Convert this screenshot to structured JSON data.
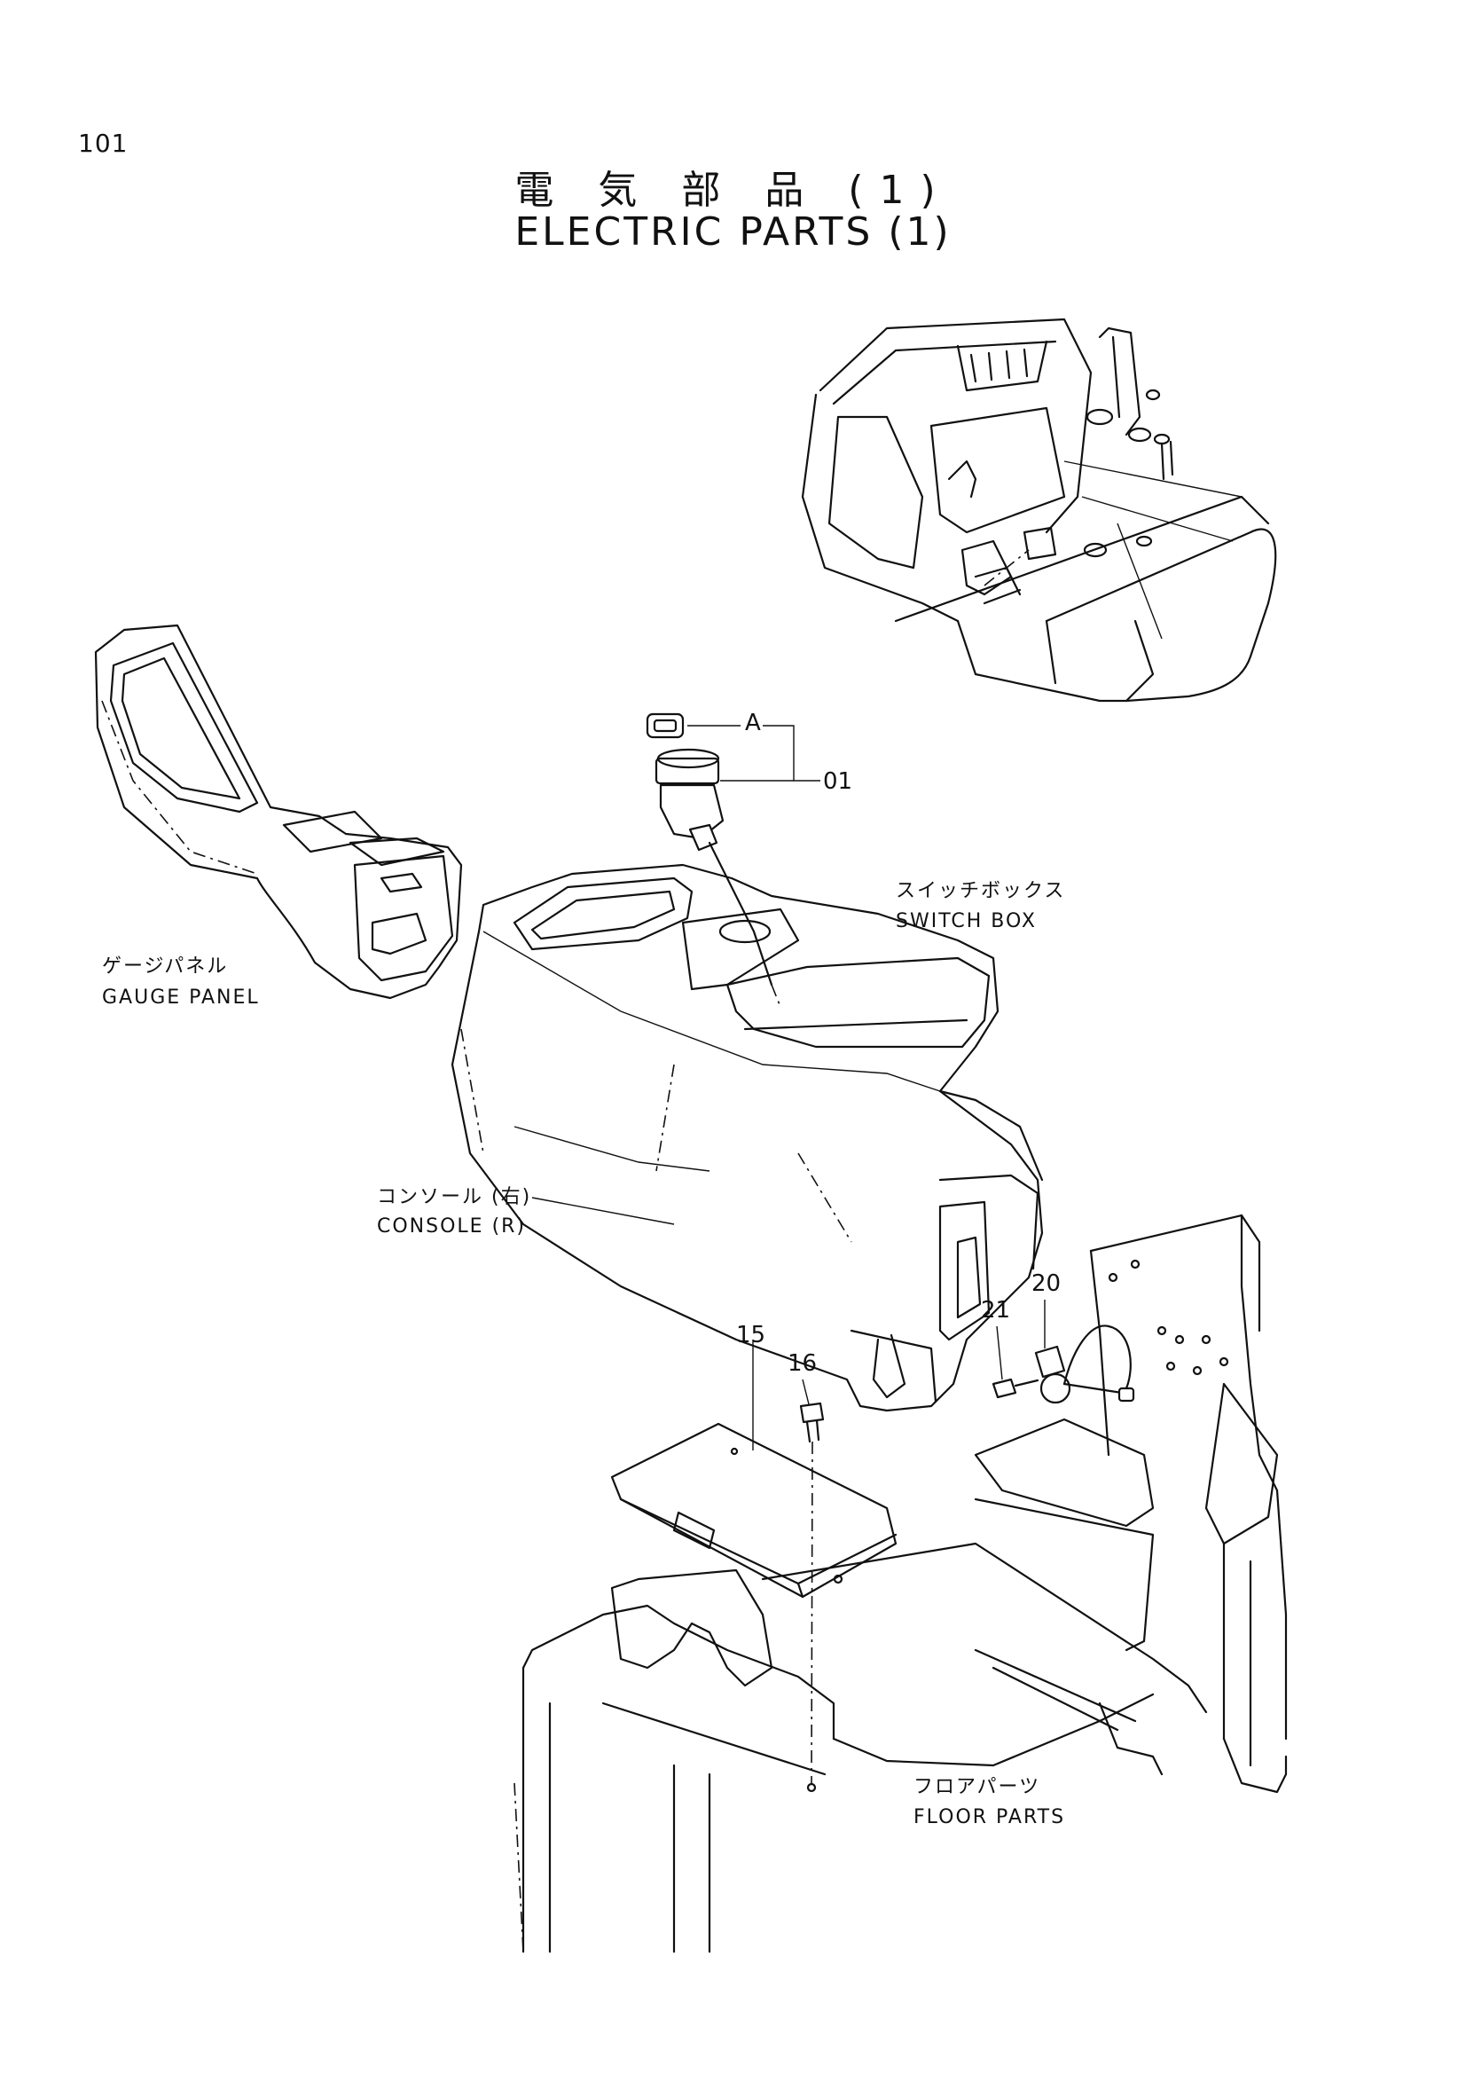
{
  "page": {
    "number": "101",
    "title_jp": "電 気 部 品 (1)",
    "title_en": "ELECTRIC PARTS (1)"
  },
  "labels": {
    "switch_box_jp": "スイッチボックス",
    "switch_box_en": "SWITCH BOX",
    "gauge_panel_jp": "ゲージパネル",
    "gauge_panel_en": "GAUGE PANEL",
    "console_jp": "コンソール (右)",
    "console_en": "CONSOLE (R)",
    "floor_jp": "フロアパーツ",
    "floor_en": "FLOOR PARTS"
  },
  "callouts": {
    "a": "A",
    "p01": "01",
    "p15": "15",
    "p16": "16",
    "p20": "20",
    "p21": "21"
  }
}
